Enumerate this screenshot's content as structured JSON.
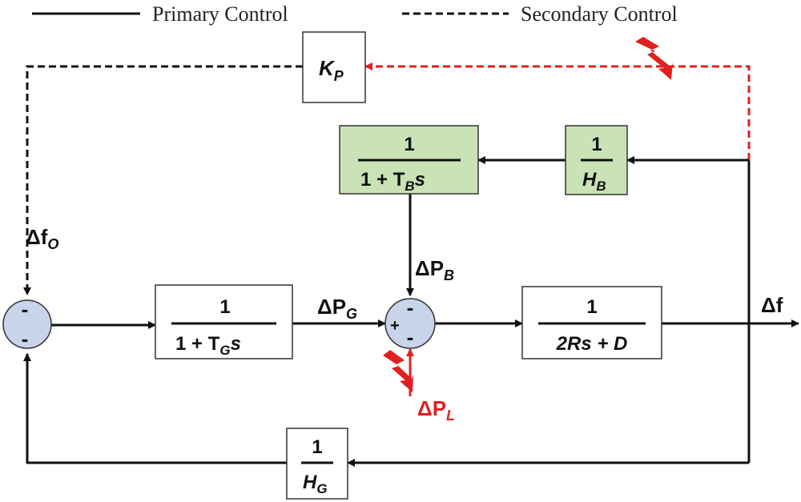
{
  "legend": {
    "primary": "Primary Control",
    "secondary": "Secondary Control"
  },
  "blocks": {
    "kp": {
      "main": "K",
      "sub": "P"
    },
    "hb": {
      "num": "1",
      "den_main": "H",
      "den_sub": "B"
    },
    "battery": {
      "num": "1",
      "den_main": "1 + T",
      "den_sub": "B",
      "den_tail": "s"
    },
    "governor": {
      "num": "1",
      "den_main": "1 + T",
      "den_sub": "G",
      "den_tail": "s"
    },
    "plant": {
      "num": "1",
      "den": "2Rs + D"
    },
    "hg": {
      "num": "1",
      "den_main": "H",
      "den_sub": "G"
    }
  },
  "signals": {
    "delta_fo": {
      "main": "Δf",
      "sub": "O"
    },
    "delta_pg": {
      "main": "ΔP",
      "sub": "G"
    },
    "delta_pb": {
      "main": "ΔP",
      "sub": "B"
    },
    "delta_pl": {
      "main": "ΔP",
      "sub": "L"
    },
    "delta_f": {
      "main": "Δf"
    }
  },
  "signs": {
    "sum1_top": "-",
    "sum1_bottom": "-",
    "sum2_top": "-",
    "sum2_left": "+",
    "sum2_bottom": "-"
  },
  "colors": {
    "line": "#111111",
    "attack": "#e02020",
    "battery_fill": "#c9e2b6",
    "summer_fill": "#c7d4ea"
  }
}
